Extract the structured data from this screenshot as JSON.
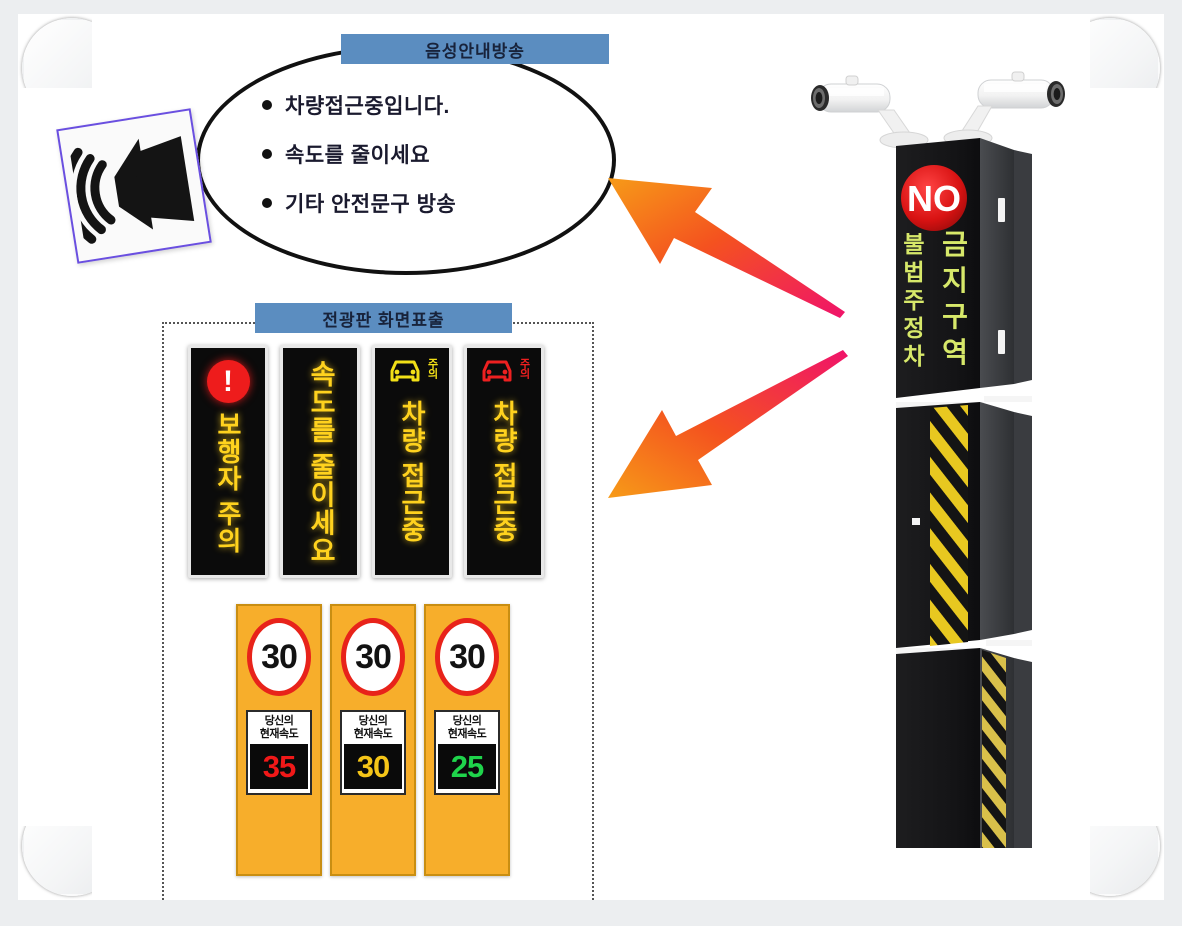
{
  "voice_section": {
    "banner_label": "음성안내방송",
    "speaker_icon": "speaker-icon",
    "announcements": [
      "차량접근중입니다.",
      "속도를 줄이세요",
      "기타 안전문구 방송"
    ]
  },
  "led_section": {
    "banner_label": "전광판 화면표출",
    "panels": [
      {
        "icon": "exclamation-circle-icon",
        "icon_glyph": "!",
        "icon_color": "#EE1C1C",
        "text": "보행자 주의",
        "text_color": "#FFD21E"
      },
      {
        "icon": "none",
        "text": "속도를 줄이세요",
        "text_color": "#FFD21E"
      },
      {
        "icon": "car-front-icon",
        "icon_color": "#F2E017",
        "caution_label": "주의",
        "text": "차량 접근중",
        "text_color": "#FFD21E"
      },
      {
        "icon": "car-front-icon",
        "icon_color": "#EE2020",
        "caution_label": "주의",
        "text": "차량 접근중",
        "text_color": "#FFD21E"
      }
    ],
    "speed_signs": [
      {
        "limit": "30",
        "label_line1": "당신의",
        "label_line2": "현재속도",
        "current_speed": "35",
        "speed_color": "#F01818"
      },
      {
        "limit": "30",
        "label_line1": "당신의",
        "label_line2": "현재속도",
        "current_speed": "30",
        "speed_color": "#F5C518"
      },
      {
        "limit": "30",
        "label_line1": "당신의",
        "label_line2": "현재속도",
        "current_speed": "25",
        "speed_color": "#1FD44B"
      }
    ]
  },
  "pole": {
    "cameras": [
      "cctv-camera-left",
      "cctv-camera-right"
    ],
    "no_badge": "NO",
    "sign_text_right_column": "금지구역",
    "sign_text_left_column": "불법주정차",
    "sign_text_color": "#D7E86A",
    "hazard_stripe_color": "#E8C820"
  },
  "arrows": {
    "count": 2,
    "direction": "left",
    "gradient_from": "#F0136A",
    "gradient_to": "#F79B18"
  },
  "colors": {
    "banner_blue": "#5B8DC0",
    "frame_gray": "#ECEEF0",
    "canvas_white": "#FFFFFF"
  }
}
